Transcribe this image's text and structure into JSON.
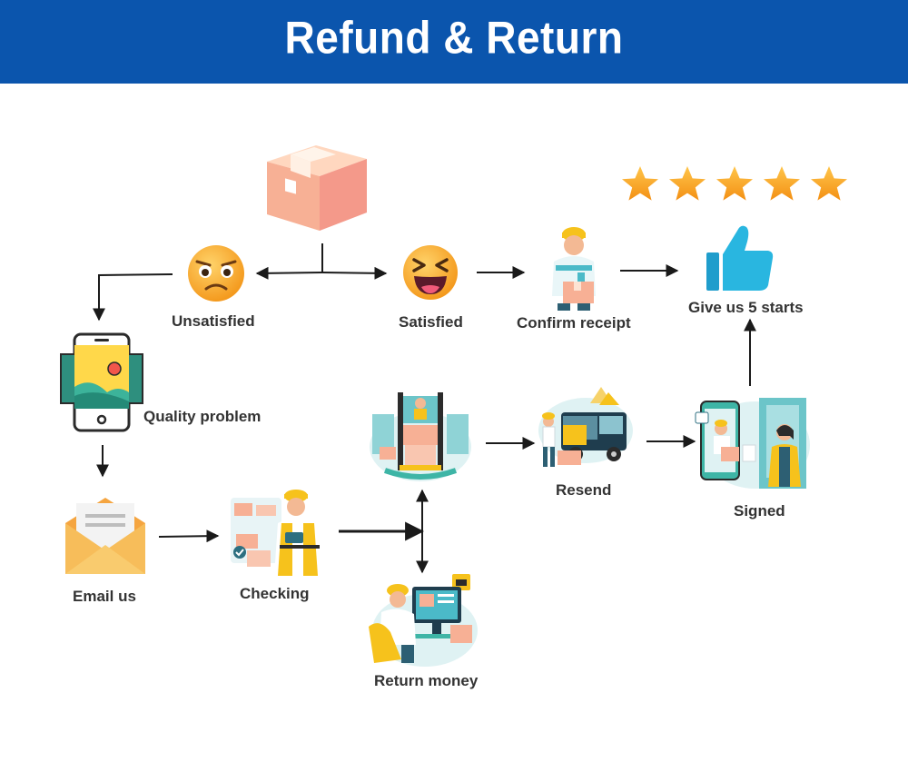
{
  "title": "Refund & Return",
  "colors": {
    "banner": "#0b55ad",
    "text": "#333333",
    "arrow": "#1a1a1a",
    "star": "#f5a01e",
    "thumb": "#29b6e0"
  },
  "rating": {
    "value": 5,
    "max": 5
  },
  "nodes": {
    "unsatisfied": "Unsatisfied",
    "satisfied": "Satisfied",
    "confirm_receipt": "Confirm receipt",
    "give_stars": "Give us 5 starts",
    "quality_problem": "Quality problem",
    "email_us": "Email us",
    "checking": "Checking",
    "resend": "Resend",
    "signed": "Signed",
    "return_money": "Return money"
  },
  "icons": {
    "package": "package-box-icon",
    "unsatisfied": "worried-face-icon",
    "satisfied": "laughing-face-icon",
    "confirm_receipt": "courier-holding-box-icon",
    "thumb": "thumbs-up-icon",
    "quality": "phone-image-icon",
    "email": "envelope-icon",
    "checking": "worker-checking-icon",
    "warehouse": "warehouse-forklift-icon",
    "resend": "delivery-van-icon",
    "signed": "mobile-delivery-signed-icon",
    "return_money": "operator-computer-icon"
  }
}
